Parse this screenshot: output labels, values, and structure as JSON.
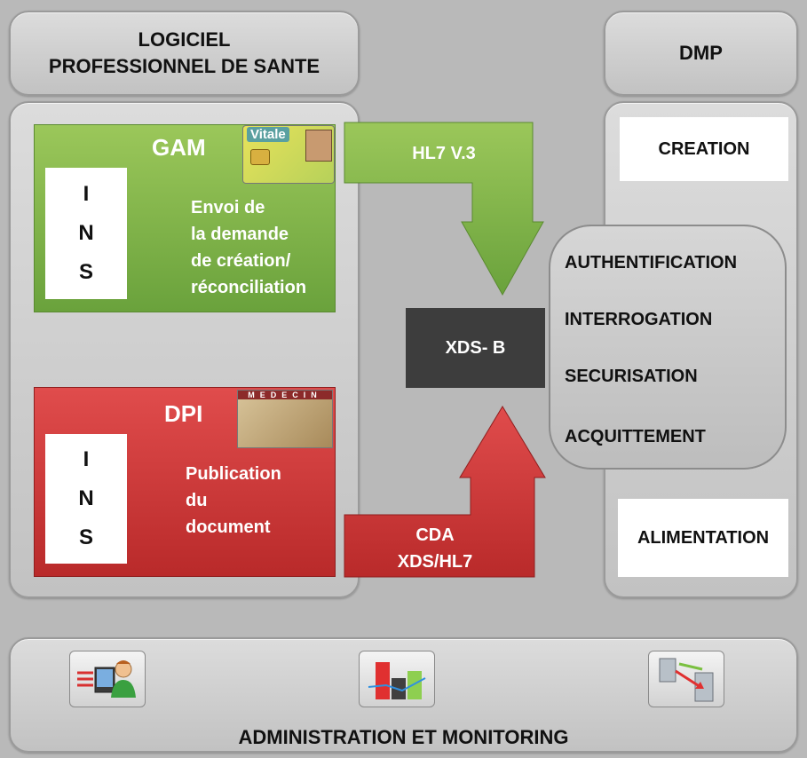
{
  "left_header": {
    "line1": "LOGICIEL",
    "line2": "PROFESSIONNEL DE SANTE"
  },
  "right_header": {
    "label": "DMP"
  },
  "gam": {
    "title": "GAM",
    "ins": [
      "I",
      "N",
      "S"
    ],
    "text": [
      "Envoi de",
      "la demande",
      "de création/",
      "réconciliation"
    ],
    "card_label": "Vitale"
  },
  "dpi": {
    "title": "DPI",
    "ins": [
      "I",
      "N",
      "S"
    ],
    "text": [
      "Publication",
      "du",
      "document"
    ],
    "card_label": "MEDECIN"
  },
  "arrows": {
    "top_label": "HL7 V.3",
    "bottom_label_line1": "CDA",
    "bottom_label_line2": "XDS/HL7"
  },
  "center": {
    "label": "XDS- B"
  },
  "dmp": {
    "creation": "CREATION",
    "functions": [
      "AUTHENTIFICATION",
      "INTERROGATION",
      "SECURISATION",
      "ACQUITTEMENT"
    ],
    "alimentation": "ALIMENTATION"
  },
  "bottom": {
    "label": "ADMINISTRATION ET MONITORING",
    "icons": [
      "user-computer-icon",
      "bar-chart-icon",
      "server-transfer-icon"
    ]
  },
  "colors": {
    "green": "#6aa23c",
    "red": "#b92a2a",
    "dark": "#3d3d3d"
  }
}
